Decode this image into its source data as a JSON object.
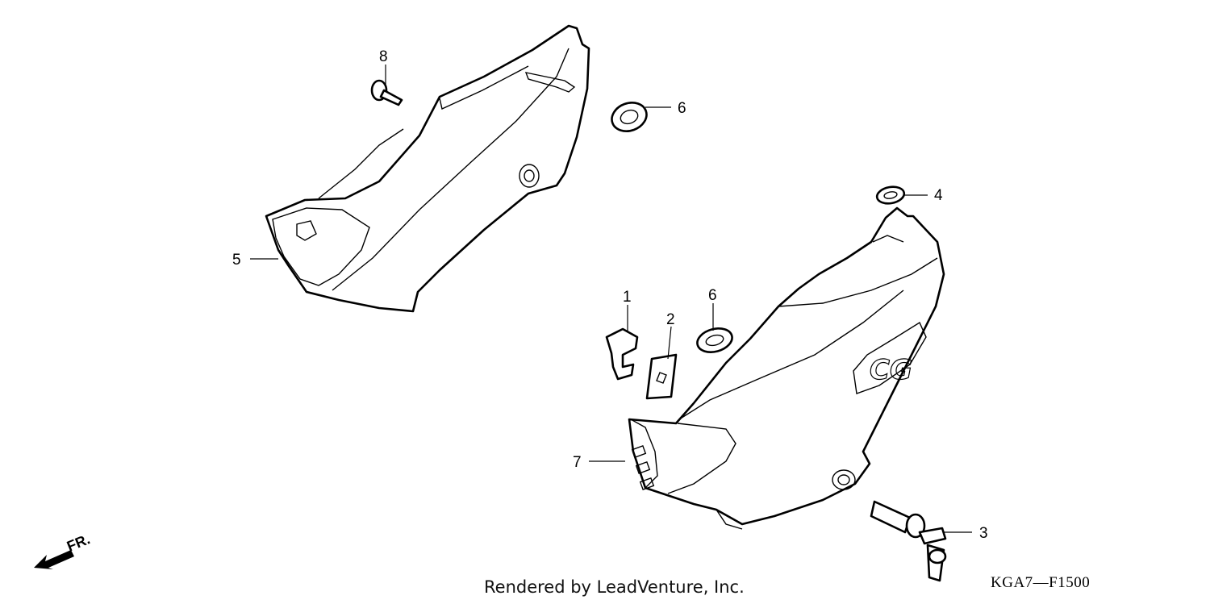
{
  "callouts": {
    "c1": "1",
    "c2": "2",
    "c3": "3",
    "c4": "4",
    "c5": "5",
    "c6a": "6",
    "c6b": "6",
    "c7": "7",
    "c8": "8"
  },
  "front_marker": "FR.",
  "footer": "Rendered by LeadVenture, Inc.",
  "diagram_code": "KGA7—F1500",
  "logo_text": "CG"
}
